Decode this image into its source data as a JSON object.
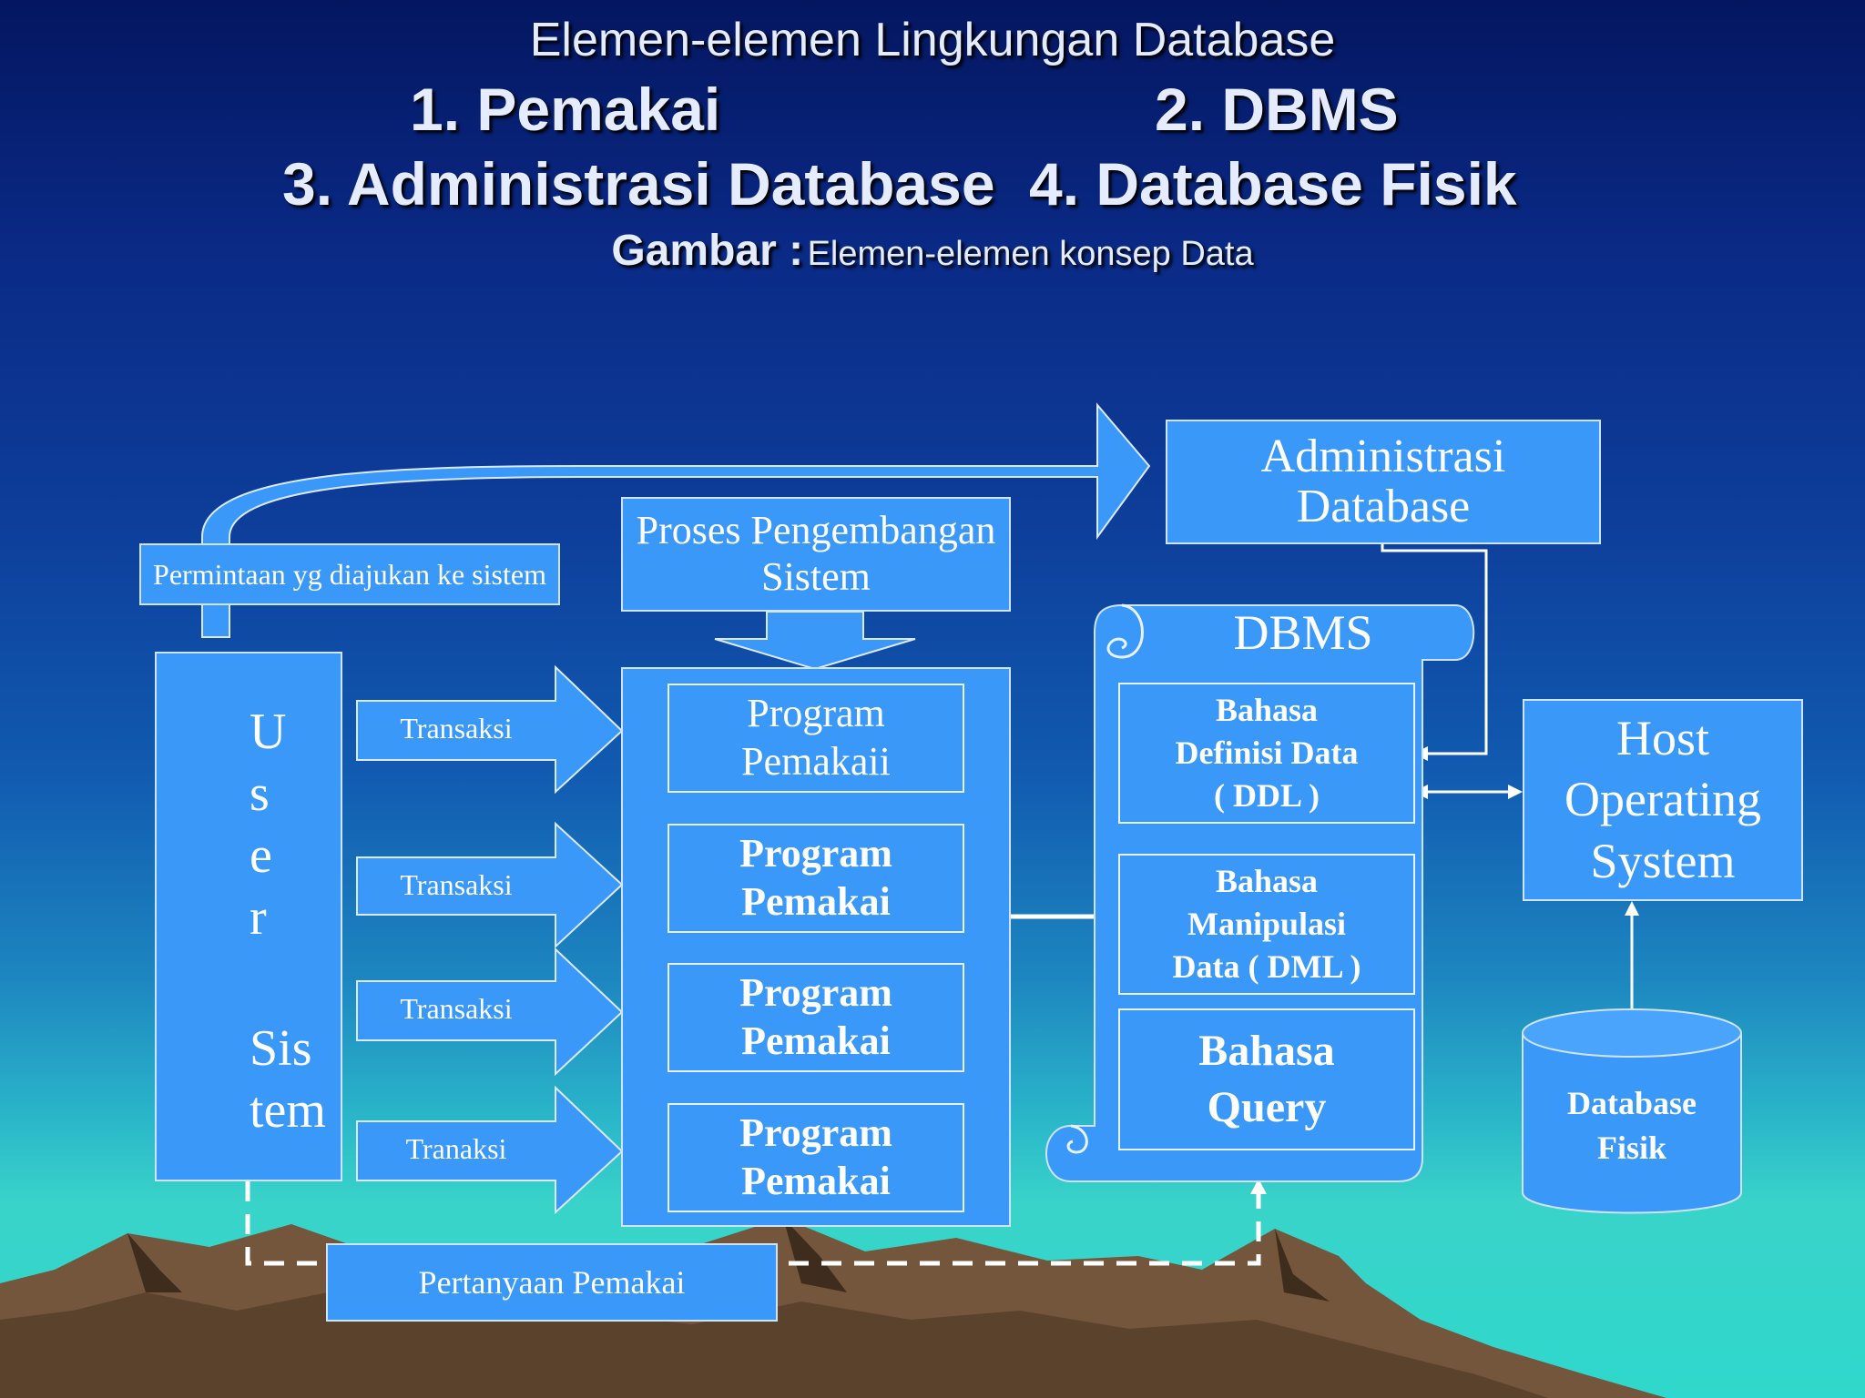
{
  "title": {
    "subtitle": "Elemen-elemen Lingkungan Database",
    "item1": "1. Pemakai",
    "item2": "2. DBMS",
    "item3": "3. Administrasi Database",
    "item4": "4. Database Fisik",
    "caption_label": "Gambar :",
    "caption_text": "Elemen-elemen konsep Data"
  },
  "diagram": {
    "admin_db": "Administrasi\nDatabase",
    "permintaan": "Permintaan yg diajukan ke sistem",
    "proses": "Proses Pengembangan\nSistem",
    "user_sistem_top": "U\ns\ne\nr",
    "user_sistem_bottom": "Sis\ntem",
    "transaksi": [
      "Transaksi",
      "Transaksi",
      "Transaksi",
      "Tranaksi"
    ],
    "programs": [
      "Program\nPemakaii",
      "Program\nPemakai",
      "Program\nPemakai",
      "Program\nPemakai"
    ],
    "dbms": "DBMS",
    "ddl": "Bahasa\nDefinisi Data\n( DDL )",
    "dml": "Bahasa\nManipulasi\nData ( DML )",
    "query": "Bahasa\nQuery",
    "host_os": "Host\nOperating\nSystem",
    "db_fisik": "Database\nFisik",
    "pertanyaan": "Pertanyaan Pemakai"
  },
  "colors": {
    "box": "#3a98f9",
    "mountain": "#7a5a3c",
    "text_title": "#e6ecff"
  }
}
